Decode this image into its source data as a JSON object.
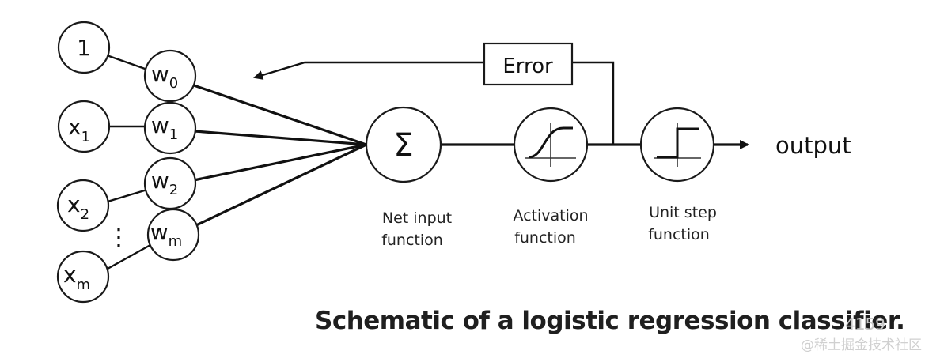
{
  "inputs": {
    "bias": "1",
    "x1": {
      "base": "x",
      "sub": "1"
    },
    "x2": {
      "base": "x",
      "sub": "2"
    },
    "xm": {
      "base": "x",
      "sub": "m"
    },
    "ellipsis": "⋮"
  },
  "weights": {
    "w0": {
      "base": "w",
      "sub": "0"
    },
    "w1": {
      "base": "w",
      "sub": "1"
    },
    "w2": {
      "base": "w",
      "sub": "2"
    },
    "wm": {
      "base": "w",
      "sub": "m"
    }
  },
  "nodes": {
    "net_input_symbol": "Σ",
    "net_input_caption": [
      "Net input",
      "function"
    ],
    "activation_caption": [
      "Activation",
      "function"
    ],
    "unit_step_caption": [
      "Unit step",
      "function"
    ]
  },
  "error_label": "Error",
  "output_label": "output",
  "title": "Schematic of a logistic regression classifier.",
  "watermark": {
    "number": "4159",
    "site": "@稀土掘金技术社区"
  }
}
